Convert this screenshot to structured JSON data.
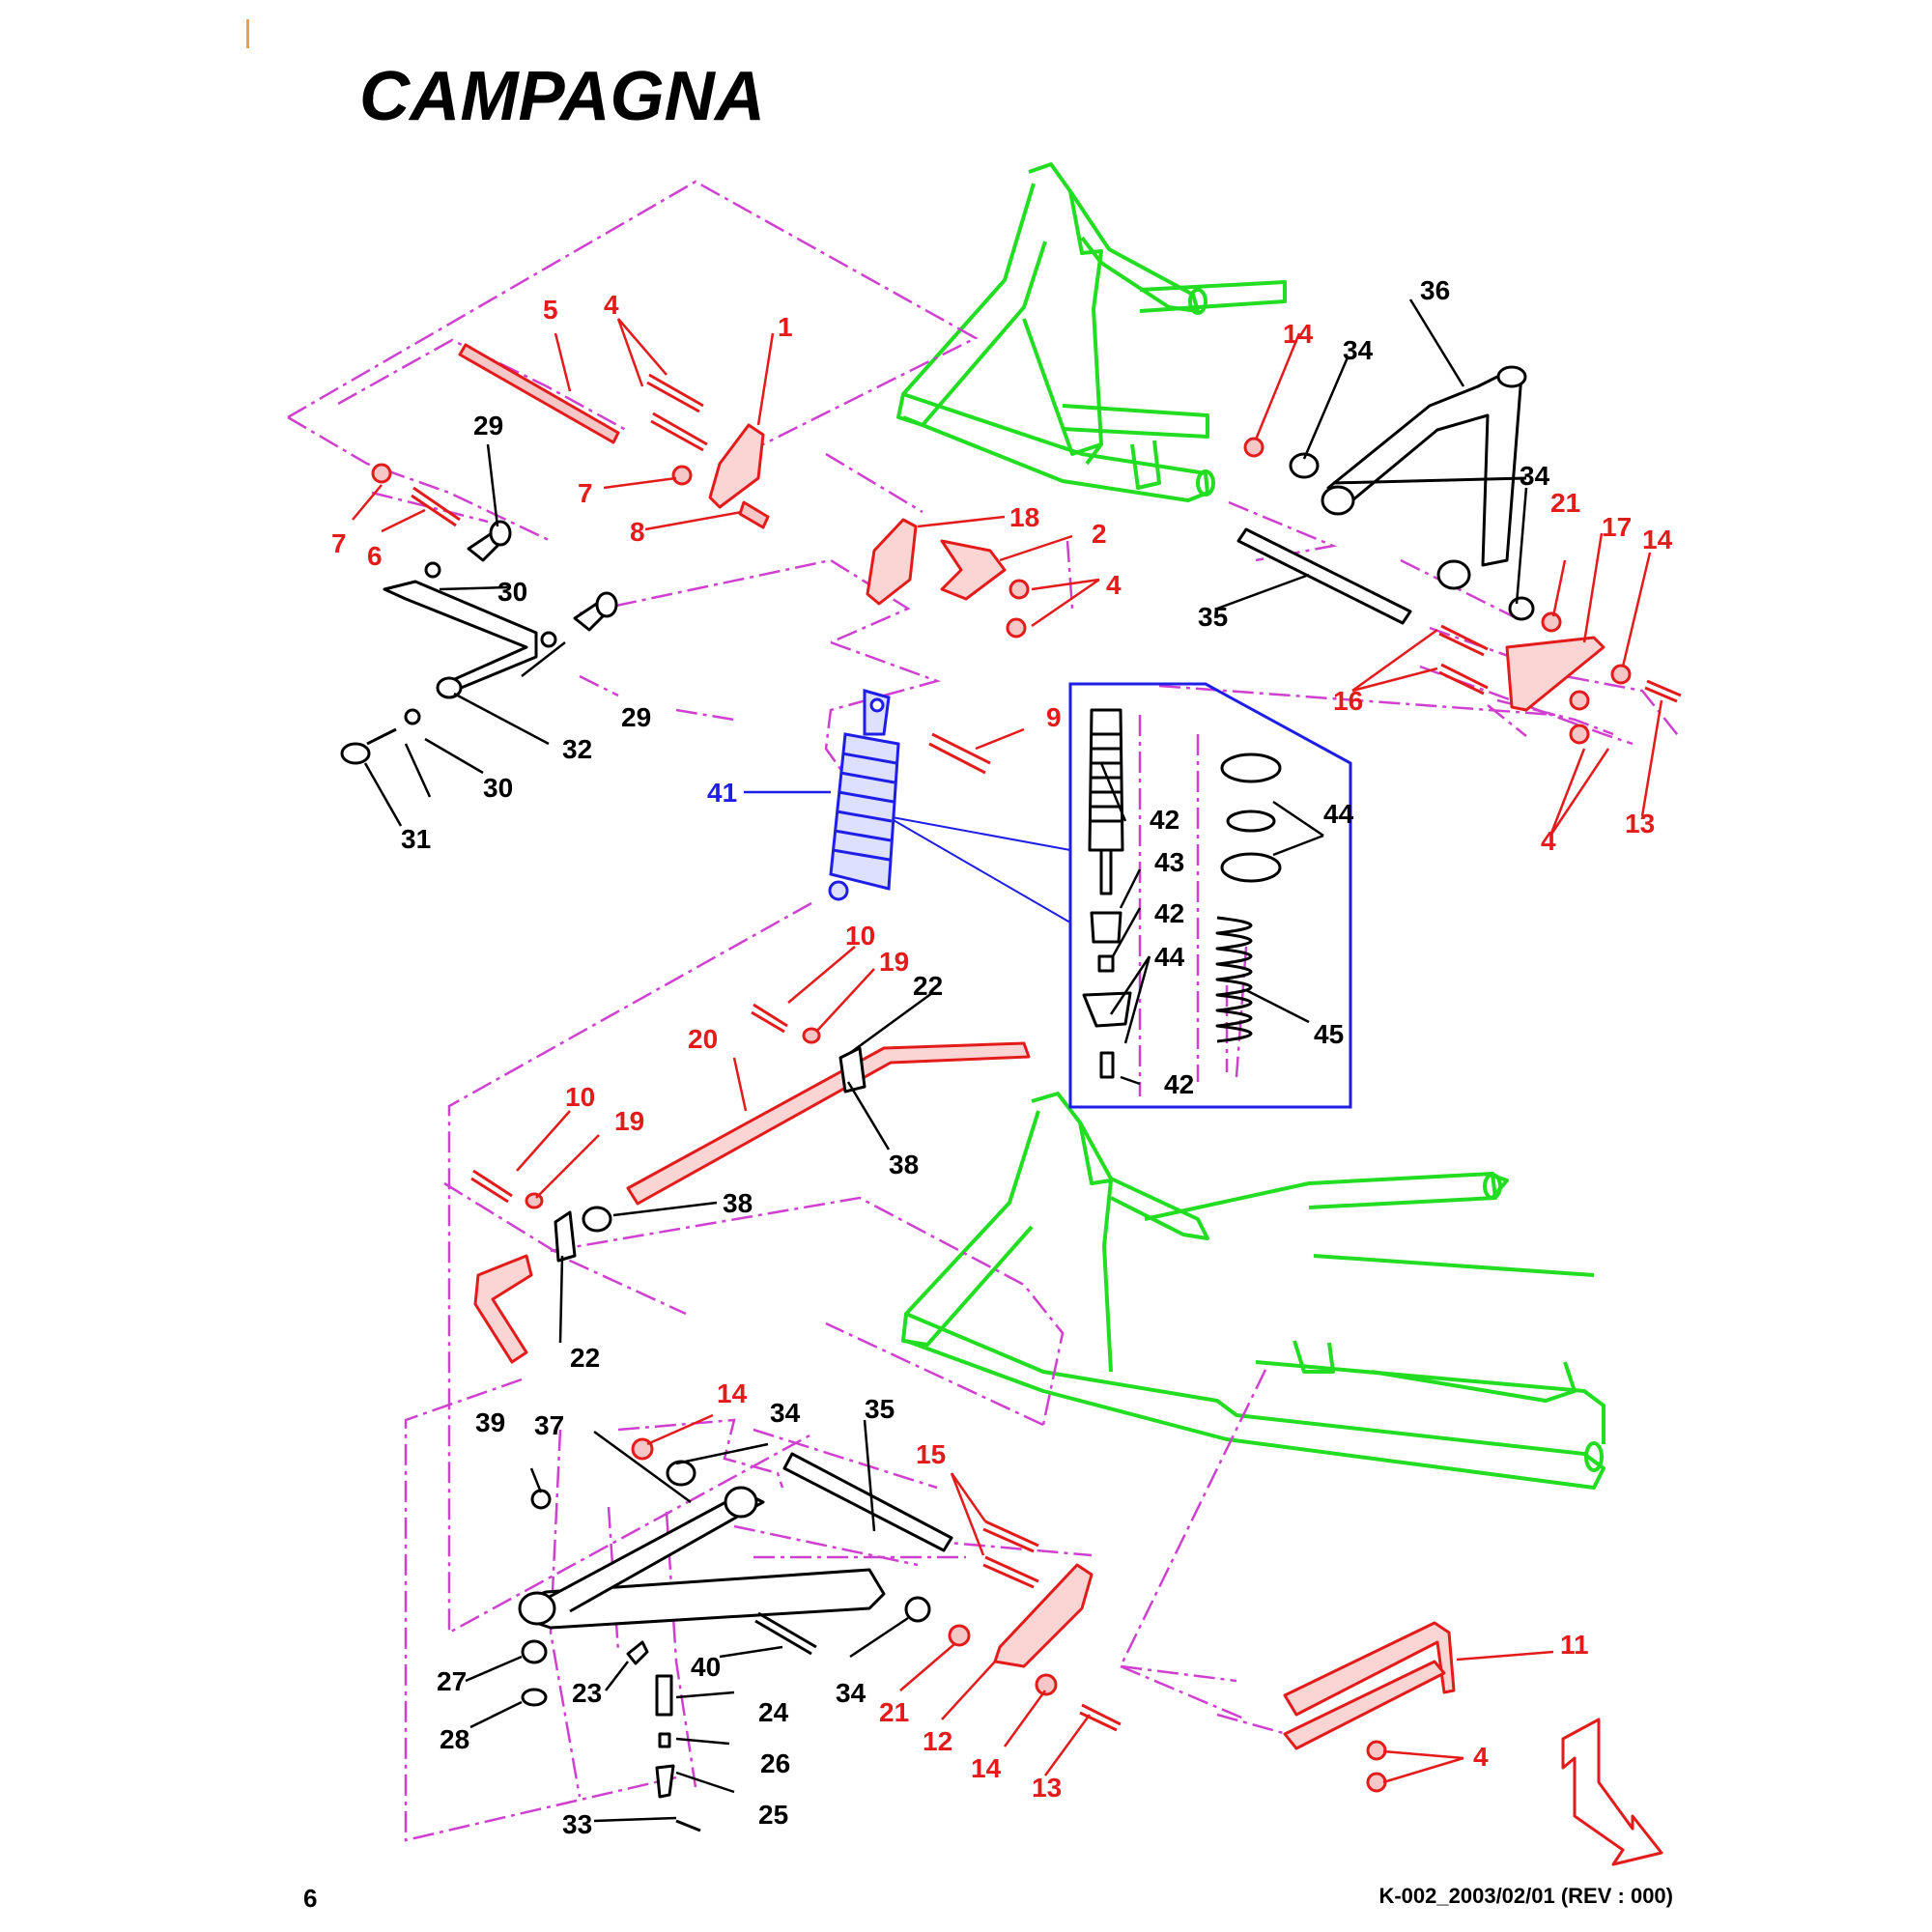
{
  "brand": "CAMPAGNA",
  "page_number": "6",
  "document_ref": "K-002_2003/02/01 (REV : 000)",
  "colors": {
    "frame_outline": "#22dd22",
    "callout_red": "#e31b1b",
    "callout_black": "#000000",
    "callout_blue": "#1e1ee6",
    "leader_magenta": "#d040d0",
    "inset_border": "#1e1ee6",
    "accent_mark": "#f0a040"
  },
  "parts": {
    "p1": "1",
    "p2": "2",
    "p4a": "4",
    "p4b": "4",
    "p4c": "4",
    "p4d": "4",
    "p5": "5",
    "p6": "6",
    "p7a": "7",
    "p7b": "7",
    "p8": "8",
    "p9": "9",
    "p10a": "10",
    "p10b": "10",
    "p11": "11",
    "p12": "12",
    "p13a": "13",
    "p13b": "13",
    "p14a": "14",
    "p14b": "14",
    "p14c": "14",
    "p14d": "14",
    "p15": "15",
    "p16": "16",
    "p17": "17",
    "p18": "18",
    "p19a": "19",
    "p19b": "19",
    "p20": "20",
    "p21a": "21",
    "p21b": "21",
    "p22a": "22",
    "p22b": "22",
    "p23": "23",
    "p24": "24",
    "p25": "25",
    "p26": "26",
    "p27": "27",
    "p28": "28",
    "p29a": "29",
    "p29b": "29",
    "p30a": "30",
    "p30b": "30",
    "p31": "31",
    "p32": "32",
    "p33": "33",
    "p34a": "34",
    "p34b": "34",
    "p34c": "34",
    "p34d": "34",
    "p35a": "35",
    "p35b": "35",
    "p36": "36",
    "p37": "37",
    "p38a": "38",
    "p38b": "38",
    "p39": "39",
    "p40": "40",
    "p41": "41",
    "p42a": "42",
    "p42b": "42",
    "p42c": "42",
    "p43": "43",
    "p44a": "44",
    "p44b": "44",
    "p45": "45"
  }
}
